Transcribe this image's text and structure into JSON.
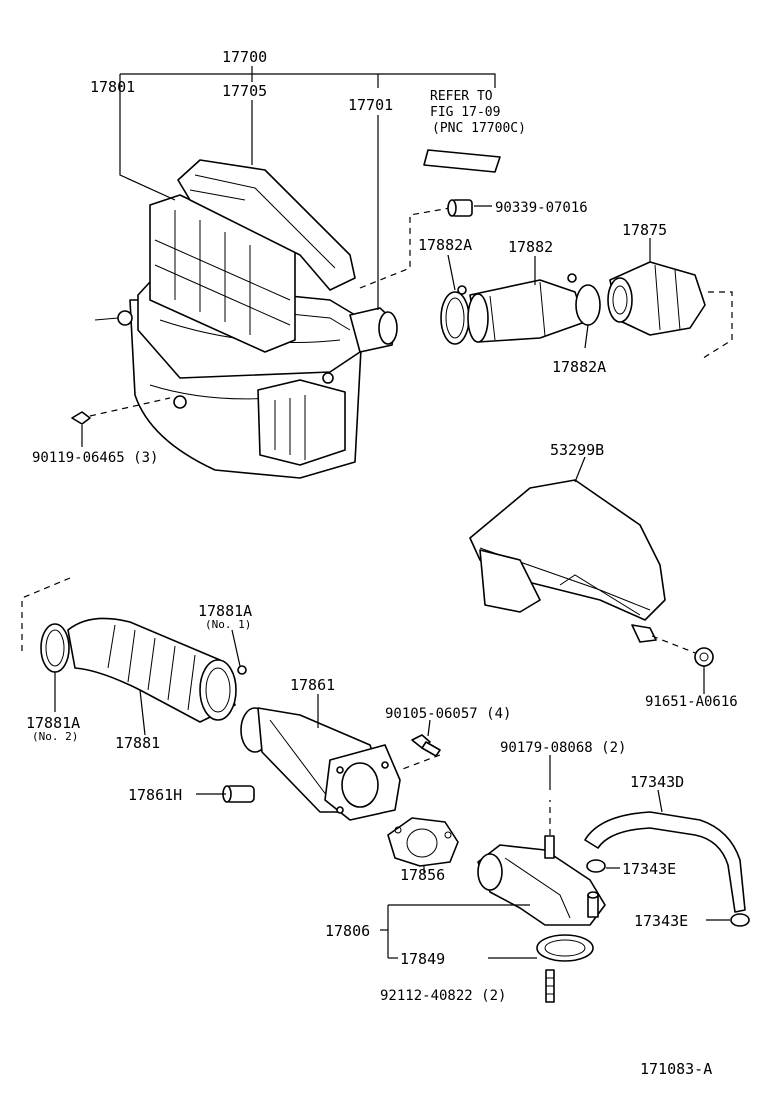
{
  "labels": {
    "p17700": "17700",
    "p17705": "17705",
    "p17801": "17801",
    "p17701": "17701",
    "refer_line1": "REFER TO",
    "refer_line2": "FIG 17-09",
    "refer_line3": "(PNC 17700C)",
    "p90339": "90339-07016",
    "p17882A_top": "17882A",
    "p17882": "17882",
    "p17875": "17875",
    "p17882A_bottom": "17882A",
    "p90119": "90119-06465 (3)",
    "p53299B": "53299B",
    "p17881A_no1": "17881A",
    "no1": "(No. 1)",
    "p17861": "17861",
    "p90105": "90105-06057 (4)",
    "p17881A_no2": "17881A",
    "no2": "(No. 2)",
    "p17881": "17881",
    "p91651": "91651-A0616",
    "p90179": "90179-08068 (2)",
    "p17861H": "17861H",
    "p17343D": "17343D",
    "p17343E_a": "17343E",
    "p17856": "17856",
    "p17343E_b": "17343E",
    "p17806": "17806",
    "p17849": "17849",
    "p92112": "92112-40822 (2)",
    "figure_code": "171083-A"
  }
}
